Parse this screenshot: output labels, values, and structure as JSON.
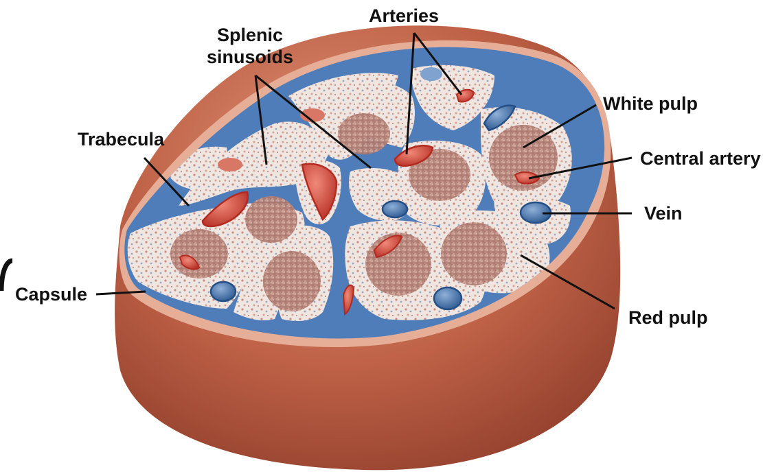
{
  "labels": {
    "splenic_sinusoids_line1": "Splenic",
    "splenic_sinusoids_line2": "sinusoids",
    "arteries": "Arteries",
    "white_pulp": "White pulp",
    "trabecula": "Trabecula",
    "central_artery": "Central artery",
    "vein": "Vein",
    "capsule": "Capsule",
    "red_pulp": "Red pulp"
  },
  "colors": {
    "capsule": "#b5573f",
    "capsule_rim": "#e7b29c",
    "trabecula_blue": "#4e79b7",
    "red_pulp": "#ece3de",
    "white_pulp": "#c9978a",
    "artery": "#c9402f",
    "vein": "#2f5f9e"
  }
}
